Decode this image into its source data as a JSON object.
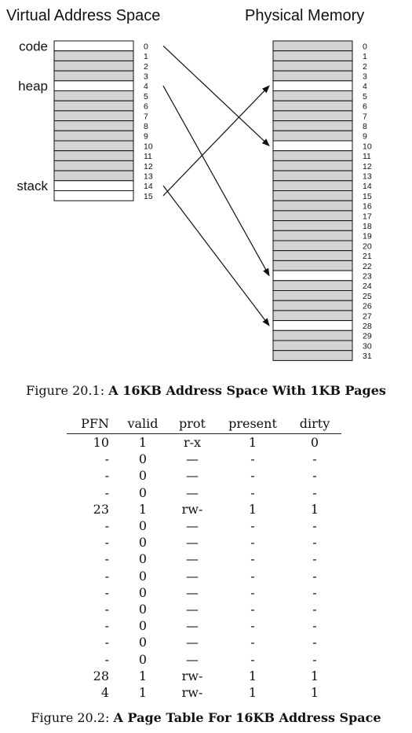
{
  "figure1": {
    "virtual_title": "Virtual Address Space",
    "physical_title": "Physical Memory",
    "segments": [
      {
        "label": "code",
        "page": 0
      },
      {
        "label": "heap",
        "page": 4
      },
      {
        "label": "stack",
        "page": 14
      }
    ],
    "virtual_pages": 16,
    "physical_pages": 32,
    "used_virtual_pages": [
      0,
      4,
      14,
      15
    ],
    "used_physical_frames": [
      4,
      10,
      23,
      28
    ],
    "mappings": [
      {
        "vpn": 0,
        "pfn": 10
      },
      {
        "vpn": 4,
        "pfn": 23
      },
      {
        "vpn": 14,
        "pfn": 28
      },
      {
        "vpn": 15,
        "pfn": 4
      }
    ],
    "caption_prefix": "Figure 20.1:",
    "caption_title": "A 16KB Address Space With 1KB Pages"
  },
  "page_table": {
    "headers": [
      "PFN",
      "valid",
      "prot",
      "present",
      "dirty"
    ],
    "rows": [
      [
        "10",
        "1",
        "r-x",
        "1",
        "0"
      ],
      [
        "-",
        "0",
        "—",
        "-",
        "-"
      ],
      [
        "-",
        "0",
        "—",
        "-",
        "-"
      ],
      [
        "-",
        "0",
        "—",
        "-",
        "-"
      ],
      [
        "23",
        "1",
        "rw-",
        "1",
        "1"
      ],
      [
        "-",
        "0",
        "—",
        "-",
        "-"
      ],
      [
        "-",
        "0",
        "—",
        "-",
        "-"
      ],
      [
        "-",
        "0",
        "—",
        "-",
        "-"
      ],
      [
        "-",
        "0",
        "—",
        "-",
        "-"
      ],
      [
        "-",
        "0",
        "—",
        "-",
        "-"
      ],
      [
        "-",
        "0",
        "—",
        "-",
        "-"
      ],
      [
        "-",
        "0",
        "—",
        "-",
        "-"
      ],
      [
        "-",
        "0",
        "—",
        "-",
        "-"
      ],
      [
        "-",
        "0",
        "—",
        "-",
        "-"
      ],
      [
        "28",
        "1",
        "rw-",
        "1",
        "1"
      ],
      [
        "4",
        "1",
        "rw-",
        "1",
        "1"
      ]
    ],
    "caption_prefix": "Figure 20.2:",
    "caption_title": "A Page Table For 16KB Address Space"
  }
}
